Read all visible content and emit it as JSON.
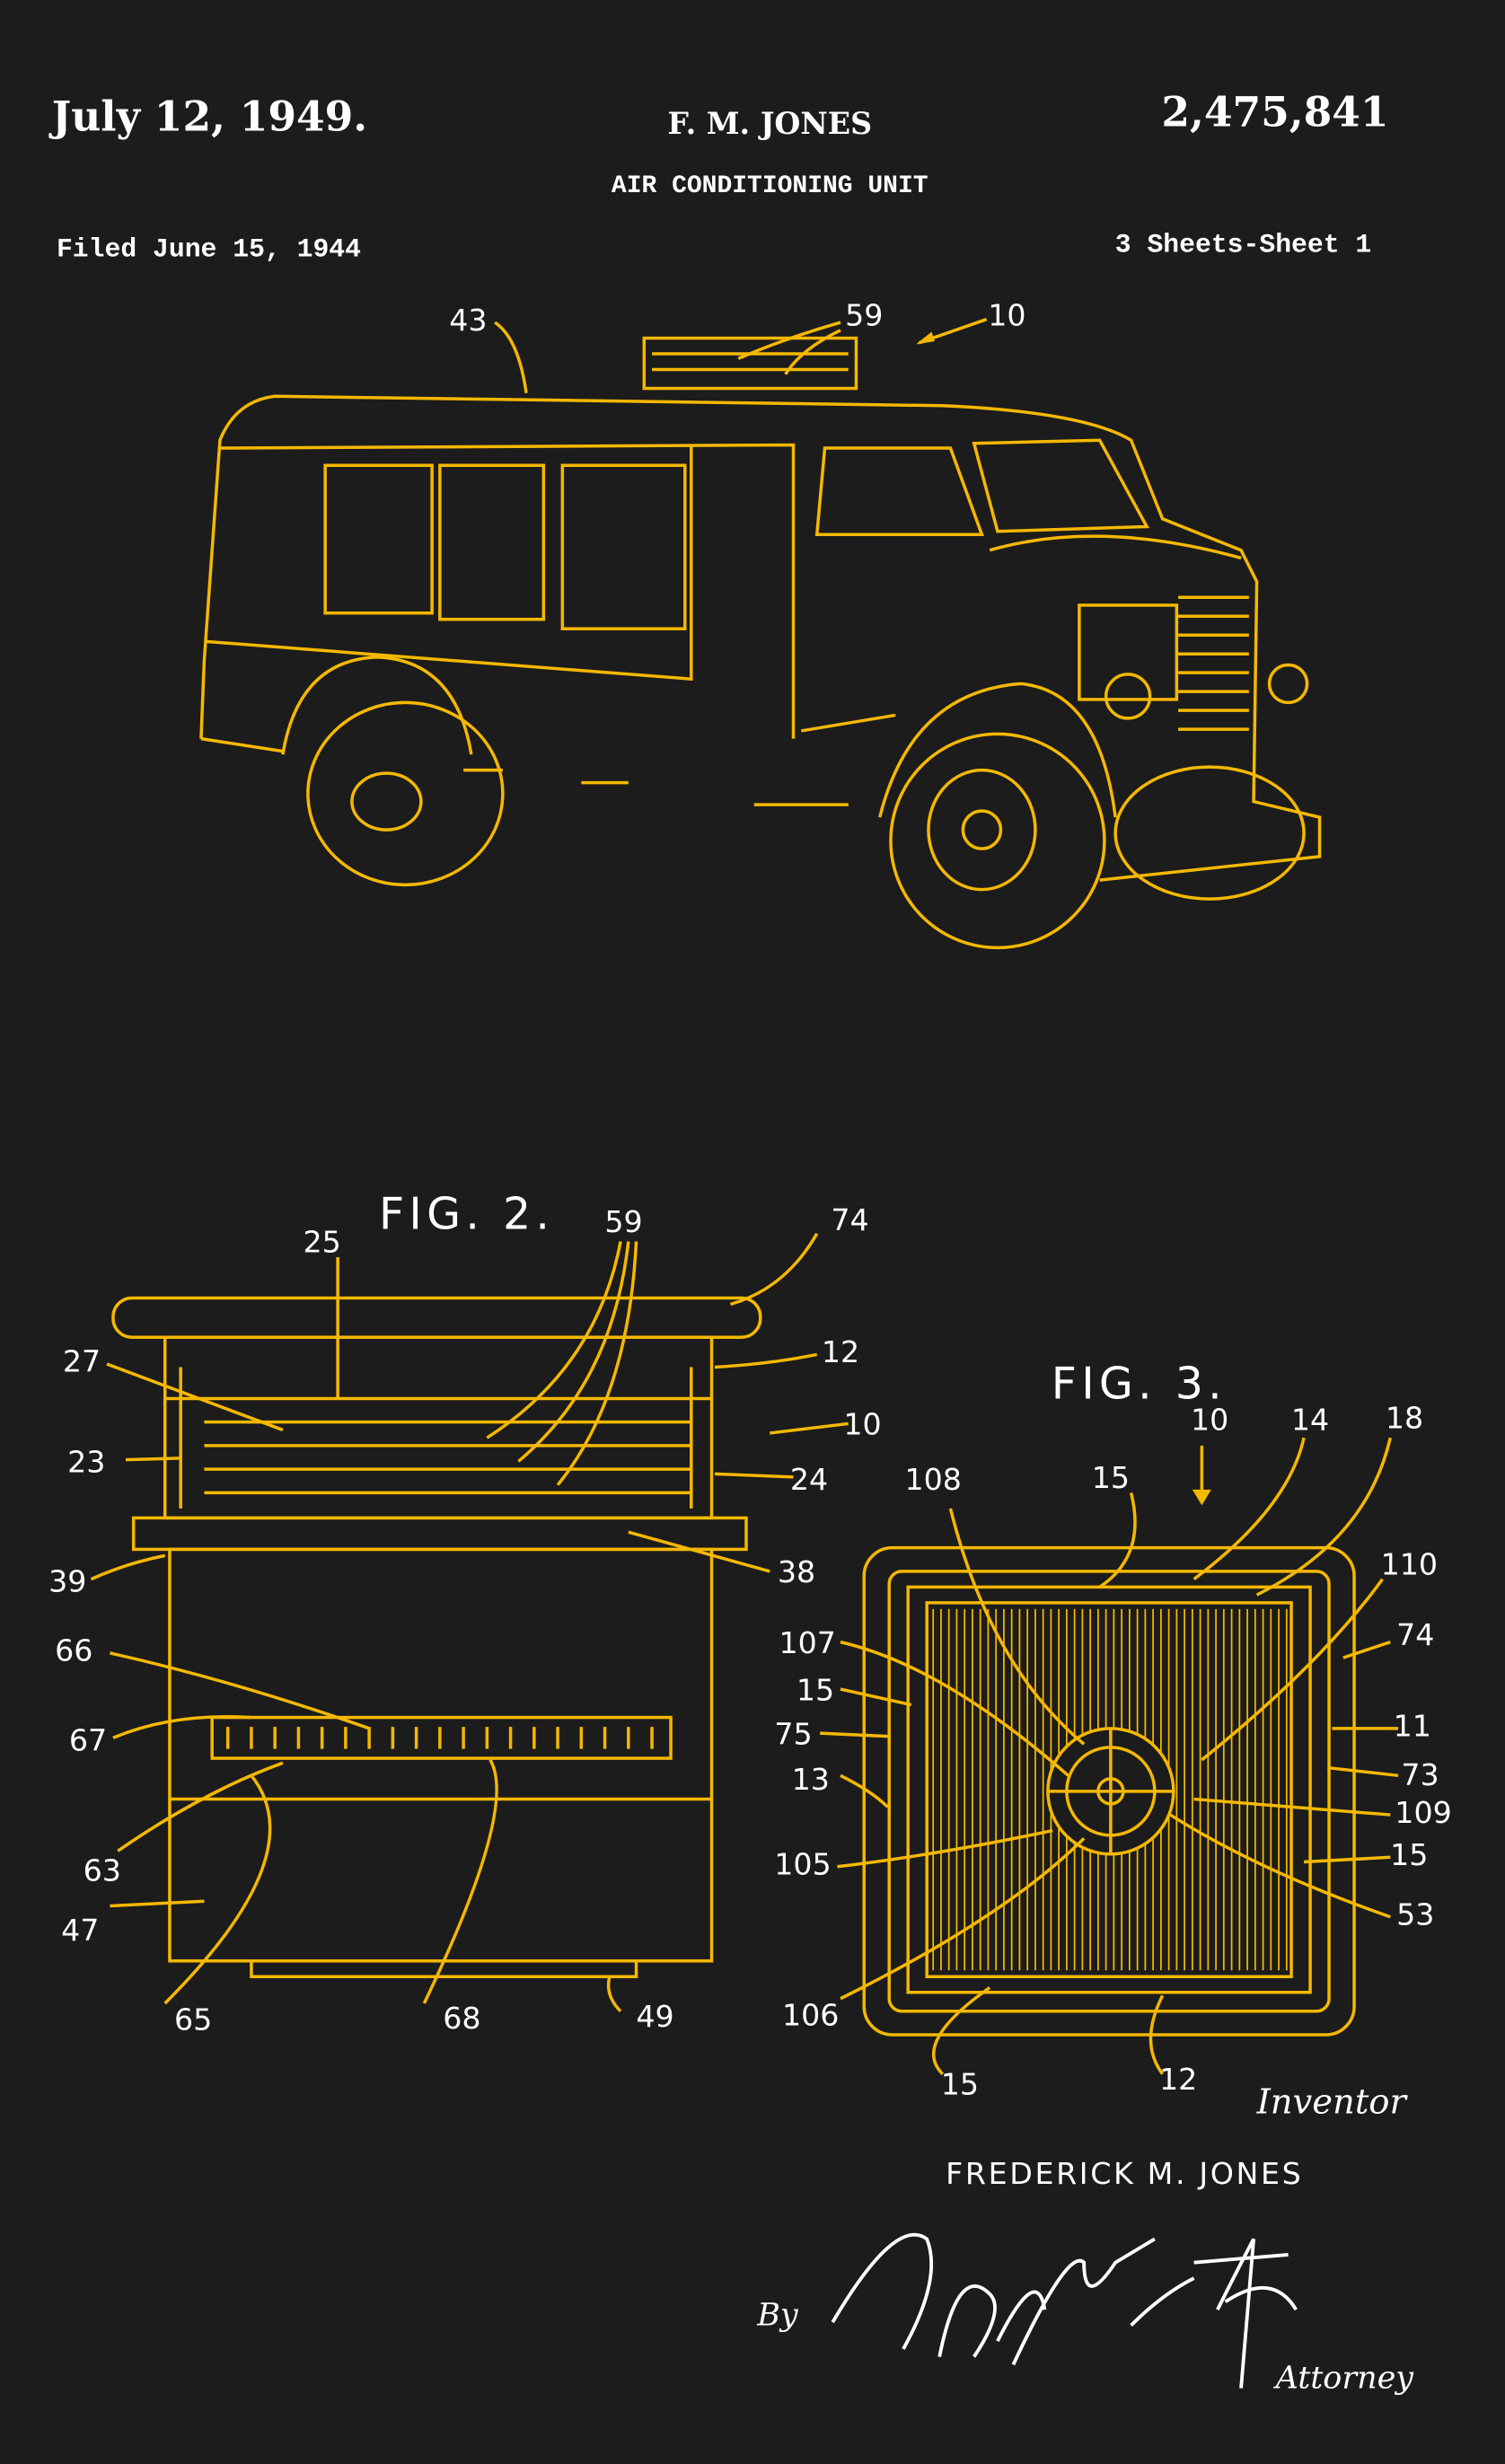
{
  "header": {
    "date": "July 12, 1949.",
    "inventor_short": "F. M. JONES",
    "patent_number": "2,475,841",
    "title": "AIR CONDITIONING UNIT",
    "filed": "Filed June 15, 1944",
    "sheets": "3 Sheets-Sheet 1"
  },
  "figures": {
    "fig1_labels": [
      "43",
      "59",
      "10"
    ],
    "fig2_title": "FIG. 2.",
    "fig2_labels": [
      "25",
      "59",
      "74",
      "27",
      "12",
      "10",
      "23",
      "24",
      "39",
      "38",
      "66",
      "67",
      "63",
      "47",
      "65",
      "68",
      "49"
    ],
    "fig3_title": "FIG. 3.",
    "fig3_labels": [
      "10",
      "14",
      "18",
      "108",
      "15",
      "110",
      "74",
      "107",
      "15",
      "75",
      "11",
      "13",
      "73",
      "109",
      "15",
      "105",
      "53",
      "106",
      "15",
      "12"
    ]
  },
  "footer": {
    "inventor_caption": "Inventor",
    "inventor_name": "FREDERICK  M. JONES",
    "by": "By",
    "signature": "W. A. Whiteley",
    "attorney_caption": "Attorney"
  },
  "colors": {
    "background": "#1c1c1c",
    "drawing": "#f5b800",
    "text": "#ffffff"
  }
}
